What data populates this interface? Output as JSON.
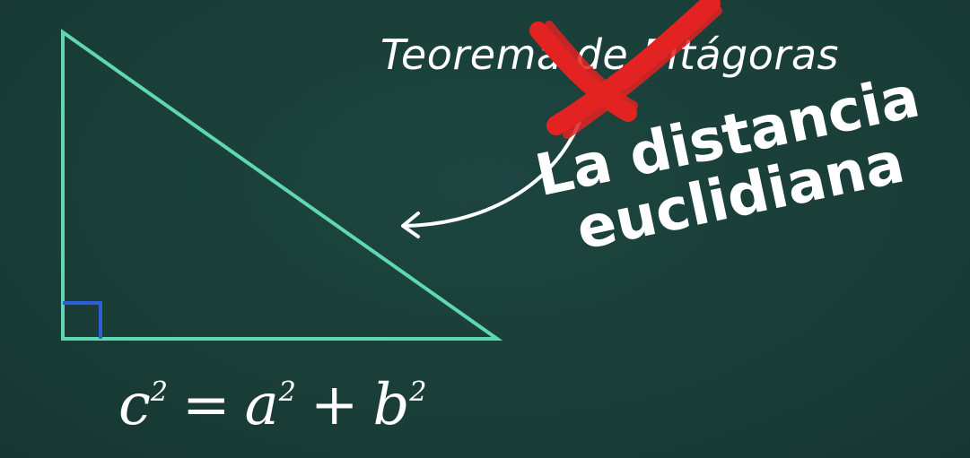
{
  "colors": {
    "background": "#1a3f38",
    "triangle": "#5fd8b0",
    "right_angle_marker": "#2b5fd6",
    "cross": "#e32222",
    "arrow": "#ffffff",
    "text": "#ffffff"
  },
  "old_title": "Teorema de Pitágoras",
  "new_title": {
    "line1": "La distancia",
    "line2": "euclidiana"
  },
  "formula": {
    "lhs_var": "c",
    "lhs_exp": "2",
    "equals": "=",
    "a_var": "a",
    "a_exp": "2",
    "plus": "+",
    "b_var": "b",
    "b_exp": "2"
  },
  "icons": {
    "cross": "red-x-cross-out",
    "arrow": "curved-arrow"
  }
}
